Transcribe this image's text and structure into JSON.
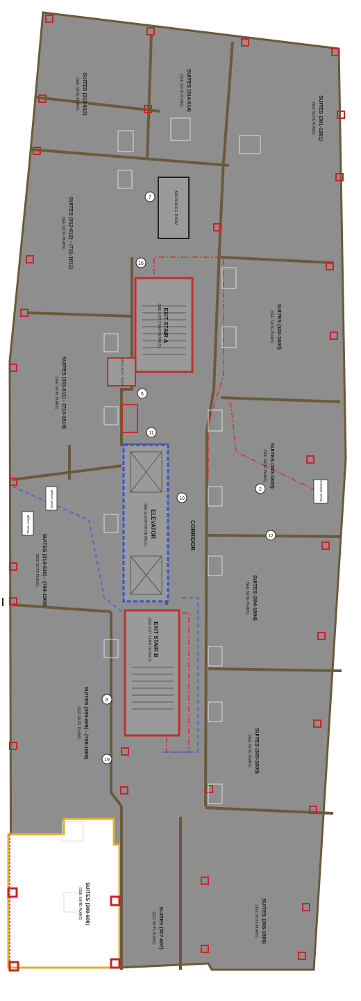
{
  "colors": {
    "floor_fill": "#8e8e8e",
    "wall": "#6b5a3a",
    "column": "#cc2222",
    "stair_outline": "#c0302a",
    "elevator_outline": "#3b4fd8",
    "route_red": "#d03030",
    "route_blue": "#4a5ae0",
    "highlight_boundary": "#e0b030",
    "highlight_edge": "#d040d0"
  },
  "suites": [
    {
      "title": "SUITES (301-1801)",
      "note": "(SEE SUITE PLANS)"
    },
    {
      "title": "SUITES (314-614)",
      "note": "(SEE SUITE PLANS)"
    },
    {
      "title": "SUITES (313-613)",
      "note": "(SEE SUITE PLANS)"
    },
    {
      "title": "SUITES (312-612) - (711-1811)",
      "note": "(SEE SUITE PLANS)"
    },
    {
      "title": "SUITES (302-1802)",
      "note": "(SEE SUITE PLANS)"
    },
    {
      "title": "SUITES (311-611) - (710-1810)",
      "note": "(SEE SUITE PLANS)"
    },
    {
      "title": "SUITES (303-1803)",
      "note": "(SEE SUITE PLANS)"
    },
    {
      "title": "SUITES (310-610) - (709-1809)",
      "note": "(SEE SUITE PLANS)"
    },
    {
      "title": "SUITES (304-1804)",
      "note": "(SEE SUITE PLANS)"
    },
    {
      "title": "SUITES (309-609) - (708-1808)",
      "note": "(SEE SUITE PLANS)"
    },
    {
      "title": "SUITES (305-1805)",
      "note": "(SEE SUITE PLANS)"
    },
    {
      "title": "SUITES (308-608)",
      "note": "(SEE SUITE PLANS)"
    },
    {
      "title": "SUITES (307-607)",
      "note": "(SEE SUITE PLANS)"
    },
    {
      "title": "SUITES (306-1806)",
      "note": "(SEE SUITE PLANS)"
    }
  ],
  "exit_stair_a": {
    "title": "EXIT STAIR A",
    "note": "(SEE EXIT STAIR DETAILS)"
  },
  "exit_stair_b": {
    "title": "EXIT STAIR B",
    "note": "(SEE EXIT STAIR DETAILS)"
  },
  "elevator": {
    "title": "ELEVATOR",
    "note": "(SEE ELEVATOR DETAILS)"
  },
  "corridor": "CORRIDOR",
  "mech_room": "MECH./ELEC. ROOM",
  "mech_room_2": "MECH./ELEC. ROOM",
  "tags": [
    "7",
    "16",
    "6",
    "11",
    "10",
    "2",
    "12",
    "8",
    "19"
  ],
  "travel_notes": [
    "Travel Distance",
    "Travel Length",
    "Travel Length"
  ]
}
